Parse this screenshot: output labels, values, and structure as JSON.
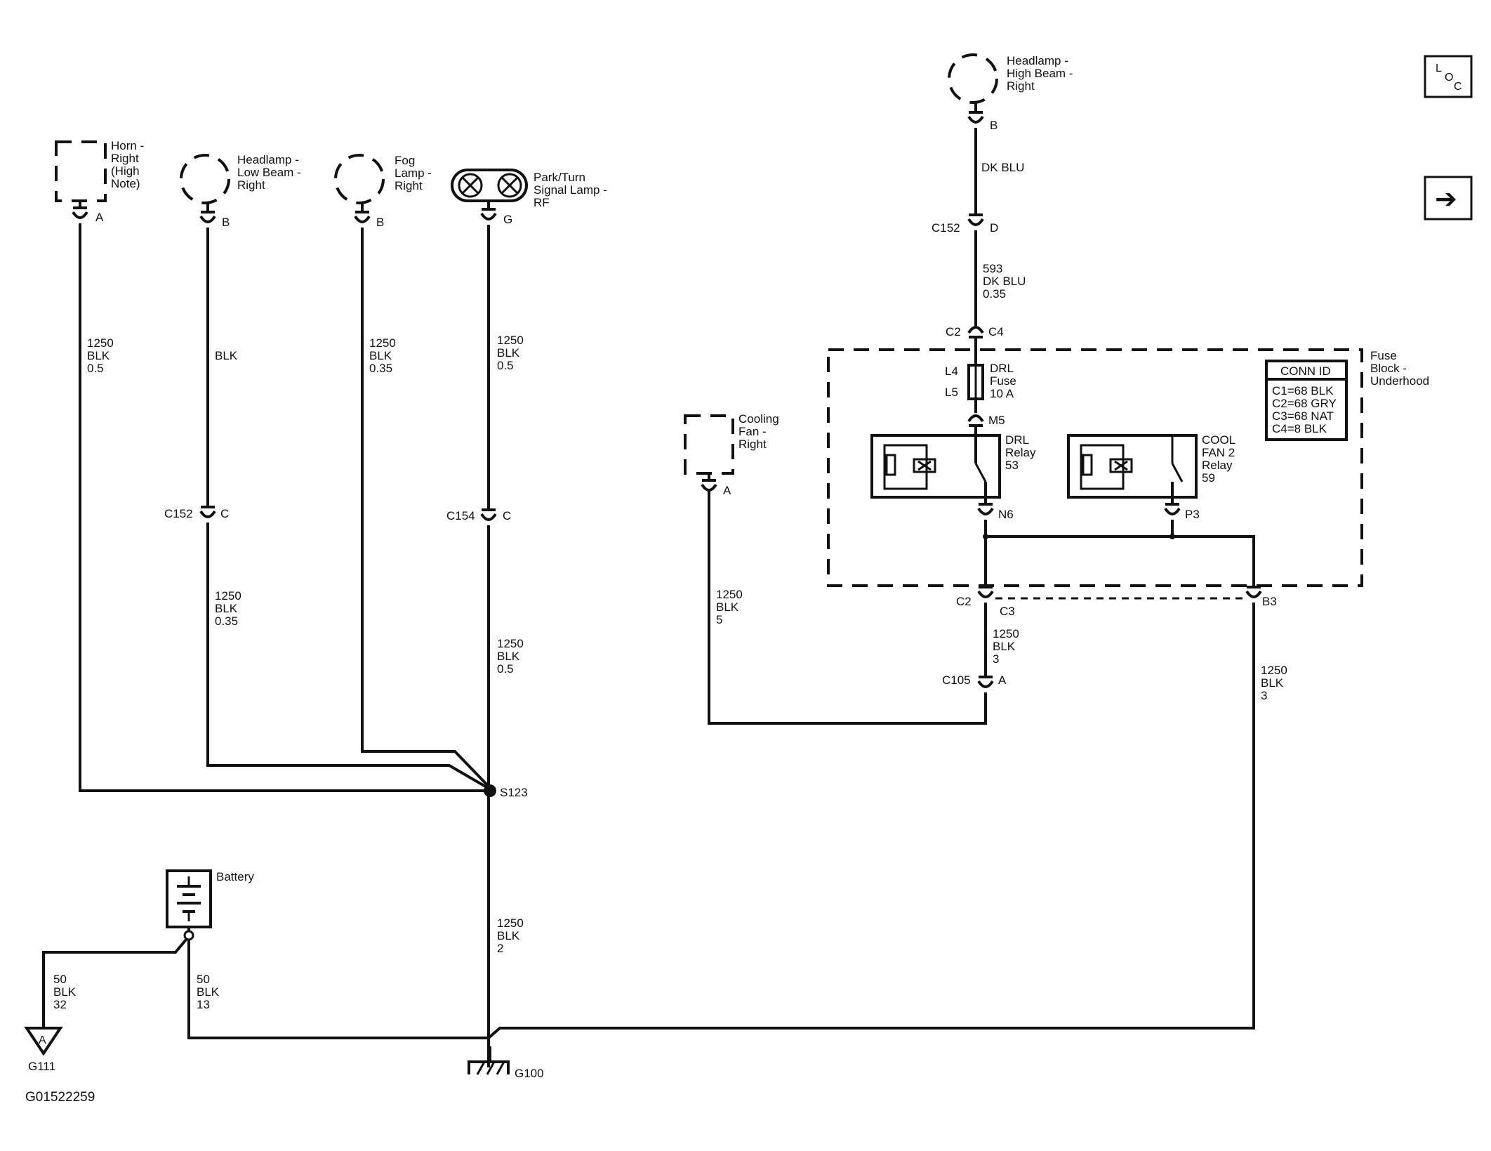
{
  "diagram_id": "G01522259",
  "nav": {
    "loc_l": "L",
    "loc_o": "O",
    "loc_c": "C",
    "arrow": "➔"
  },
  "components": {
    "horn": [
      "Horn -",
      "Right",
      "(High",
      "Note)"
    ],
    "headlamp_low": [
      "Headlamp -",
      "Low Beam -",
      "Right"
    ],
    "fog_lamp": [
      "Fog",
      "Lamp -",
      "Right"
    ],
    "park_turn": [
      "Park/Turn",
      "Signal Lamp -",
      "RF"
    ],
    "headlamp_high": [
      "Headlamp -",
      "High Beam -",
      "Right"
    ],
    "cooling_fan": [
      "Cooling",
      "Fan -",
      "Right"
    ],
    "fuse_block": [
      "Fuse",
      "Block -",
      "Underhood"
    ],
    "drl_relay": [
      "DRL",
      "Relay",
      "53"
    ],
    "cool_fan_relay": [
      "COOL",
      "FAN 2",
      "Relay",
      "59"
    ],
    "battery": "Battery",
    "drl_fuse": [
      "DRL",
      "Fuse",
      "10 A"
    ]
  },
  "pins": {
    "horn": "A",
    "headlamp_low": "B",
    "fog": "B",
    "park": "G",
    "high": "B",
    "c152_d": "D",
    "c152_d_id": "C152",
    "c152_c": "C",
    "c152_c_id": "C152",
    "c154_c": "C",
    "c154_c_id": "C154",
    "c2_left": "C2",
    "c4": "C4",
    "l4": "L4",
    "l5": "L5",
    "m5": "M5",
    "n6": "N6",
    "p3": "P3",
    "c2_lower": "C2",
    "c3": "C3",
    "b3": "B3",
    "c105": "C105",
    "c105_a": "A",
    "fan_a": "A"
  },
  "wires": {
    "horn": [
      "1250",
      "BLK",
      "0.5"
    ],
    "low": "BLK",
    "fog": [
      "1250",
      "BLK",
      "0.35"
    ],
    "park_top": [
      "1250",
      "BLK",
      "0.5"
    ],
    "park_bottom": [
      "1250",
      "BLK",
      "0.5"
    ],
    "low_bottom": [
      "1250",
      "BLK",
      "0.35"
    ],
    "high_top": "DK BLU",
    "high_mid": [
      "593",
      "DK BLU",
      "0.35"
    ],
    "fan": [
      "1250",
      "BLK",
      "5"
    ],
    "c3_wire": [
      "1250",
      "BLK",
      "3"
    ],
    "b3_wire": [
      "1250",
      "BLK",
      "3"
    ],
    "main_ground": [
      "1250",
      "BLK",
      "2"
    ],
    "batt_left": [
      "50",
      "BLK",
      "32"
    ],
    "batt_right": [
      "50",
      "BLK",
      "13"
    ]
  },
  "splice": "S123",
  "grounds": {
    "g111": "G111",
    "g111_letter": "A",
    "g100": "G100"
  },
  "conn_table": {
    "title": "CONN ID",
    "rows": [
      "C1=68 BLK",
      "C2=68 GRY",
      "C3=68 NAT",
      "C4=8 BLK"
    ]
  }
}
